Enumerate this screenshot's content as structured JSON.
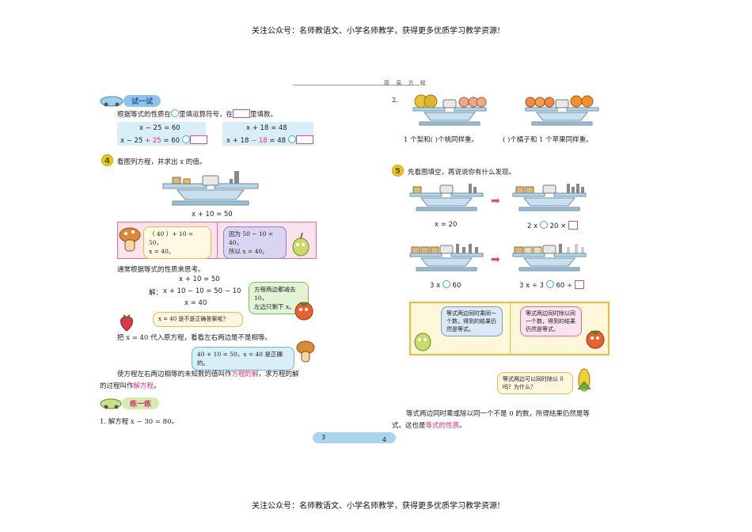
{
  "banner": "关注公众号：名师教语文、小学名师教学，获得更多优质学习教学资源!",
  "header": {
    "title": "简 易 方 程"
  },
  "left": {
    "try_title": "试一试",
    "try_instruction": "根据等式的性质在",
    "try_instruction_mid": "里填运算符号，在",
    "try_instruction_end": "里填数。",
    "eq1_line1": "x − 25 = 60",
    "eq1_line2_a": "x − 25 ",
    "eq1_line2_b": "+ 25",
    "eq1_line2_c": " = 60",
    "eq2_line1": "x + 18 = 48",
    "eq2_line2_a": "x + 18 ",
    "eq2_line2_b": "− 18",
    "eq2_line2_c": " = 48",
    "ex4_number": "4",
    "ex4_text": "看图列方程，并求出 x 的值。",
    "ex4_equation": "x + 10 = 50",
    "bubble_left_a": "（ 40 ）+ 10 = 50，",
    "bubble_left_b": "x = 40。",
    "bubble_right_a": "因为 50 − 10 = 40，",
    "bubble_right_b": "所以 x = 40。",
    "usually_text": "通常根据等式的性质来思考。",
    "sol_line1": "x + 10 = 50",
    "sol_label": "解：",
    "sol_line2": "x + 10 − 10 = 50 − 10",
    "sol_line3": "x = 40",
    "hint_a": "方程两边都减去 10，",
    "hint_b": "左边只剩下 x。",
    "question_bubble": "x = 40 是不是正确答案呢?",
    "check_text": "把 x = 40 代入原方程，看看左右两边是不是相等。",
    "check_bubble": "40 + 10 = 50，x = 40 是正确的。",
    "def_a": "使方程左右两边相等的未知数的值叫作",
    "def_term1": "方程的解",
    "def_b": "，求方程的解",
    "def_c": "的过程叫作",
    "def_term2": "解方程",
    "def_d": "。",
    "practice_title": "练一练",
    "practice_1": "1. 解方程  x − 30 = 80。"
  },
  "right": {
    "q2_number": "2.",
    "q2_text_a": "1 个梨和(     )个桃同样重。",
    "q2_text_b": "(     )个橘子和 1 个苹果同样重。",
    "ex5_number": "5",
    "ex5_text": "先看图填空，再说说你有什么发现。",
    "r1_left": "x = 20",
    "r1_right_a": "2 x",
    "r1_right_b": "20 ×",
    "r2_left_a": "3 x",
    "r2_left_b": "60",
    "r2_right_a": "3 x ÷ 3",
    "r2_right_b": "60 ÷",
    "box_left": "等式两边同时乘同一个数，得到的结果仍然是等式。",
    "box_right": "等式两边同时除以同一个数，得到的结果仍然是等式。",
    "question": "等式两边可以同时除以 0 吗？为什么？",
    "conclusion_a": "等式两边同时乘或除以同一个不是 0 的数，所得结果仍然是等",
    "conclusion_b": "式。这也是",
    "conclusion_term": "等式的性质",
    "conclusion_c": "。"
  },
  "footer": {
    "page_left": "3",
    "page_right": "4"
  },
  "colors": {
    "accent_blue": "#3aa6d9",
    "accent_pink": "#e0307e",
    "pale_blue": "#d8eef8",
    "box_yellow": "#f6b73c"
  }
}
